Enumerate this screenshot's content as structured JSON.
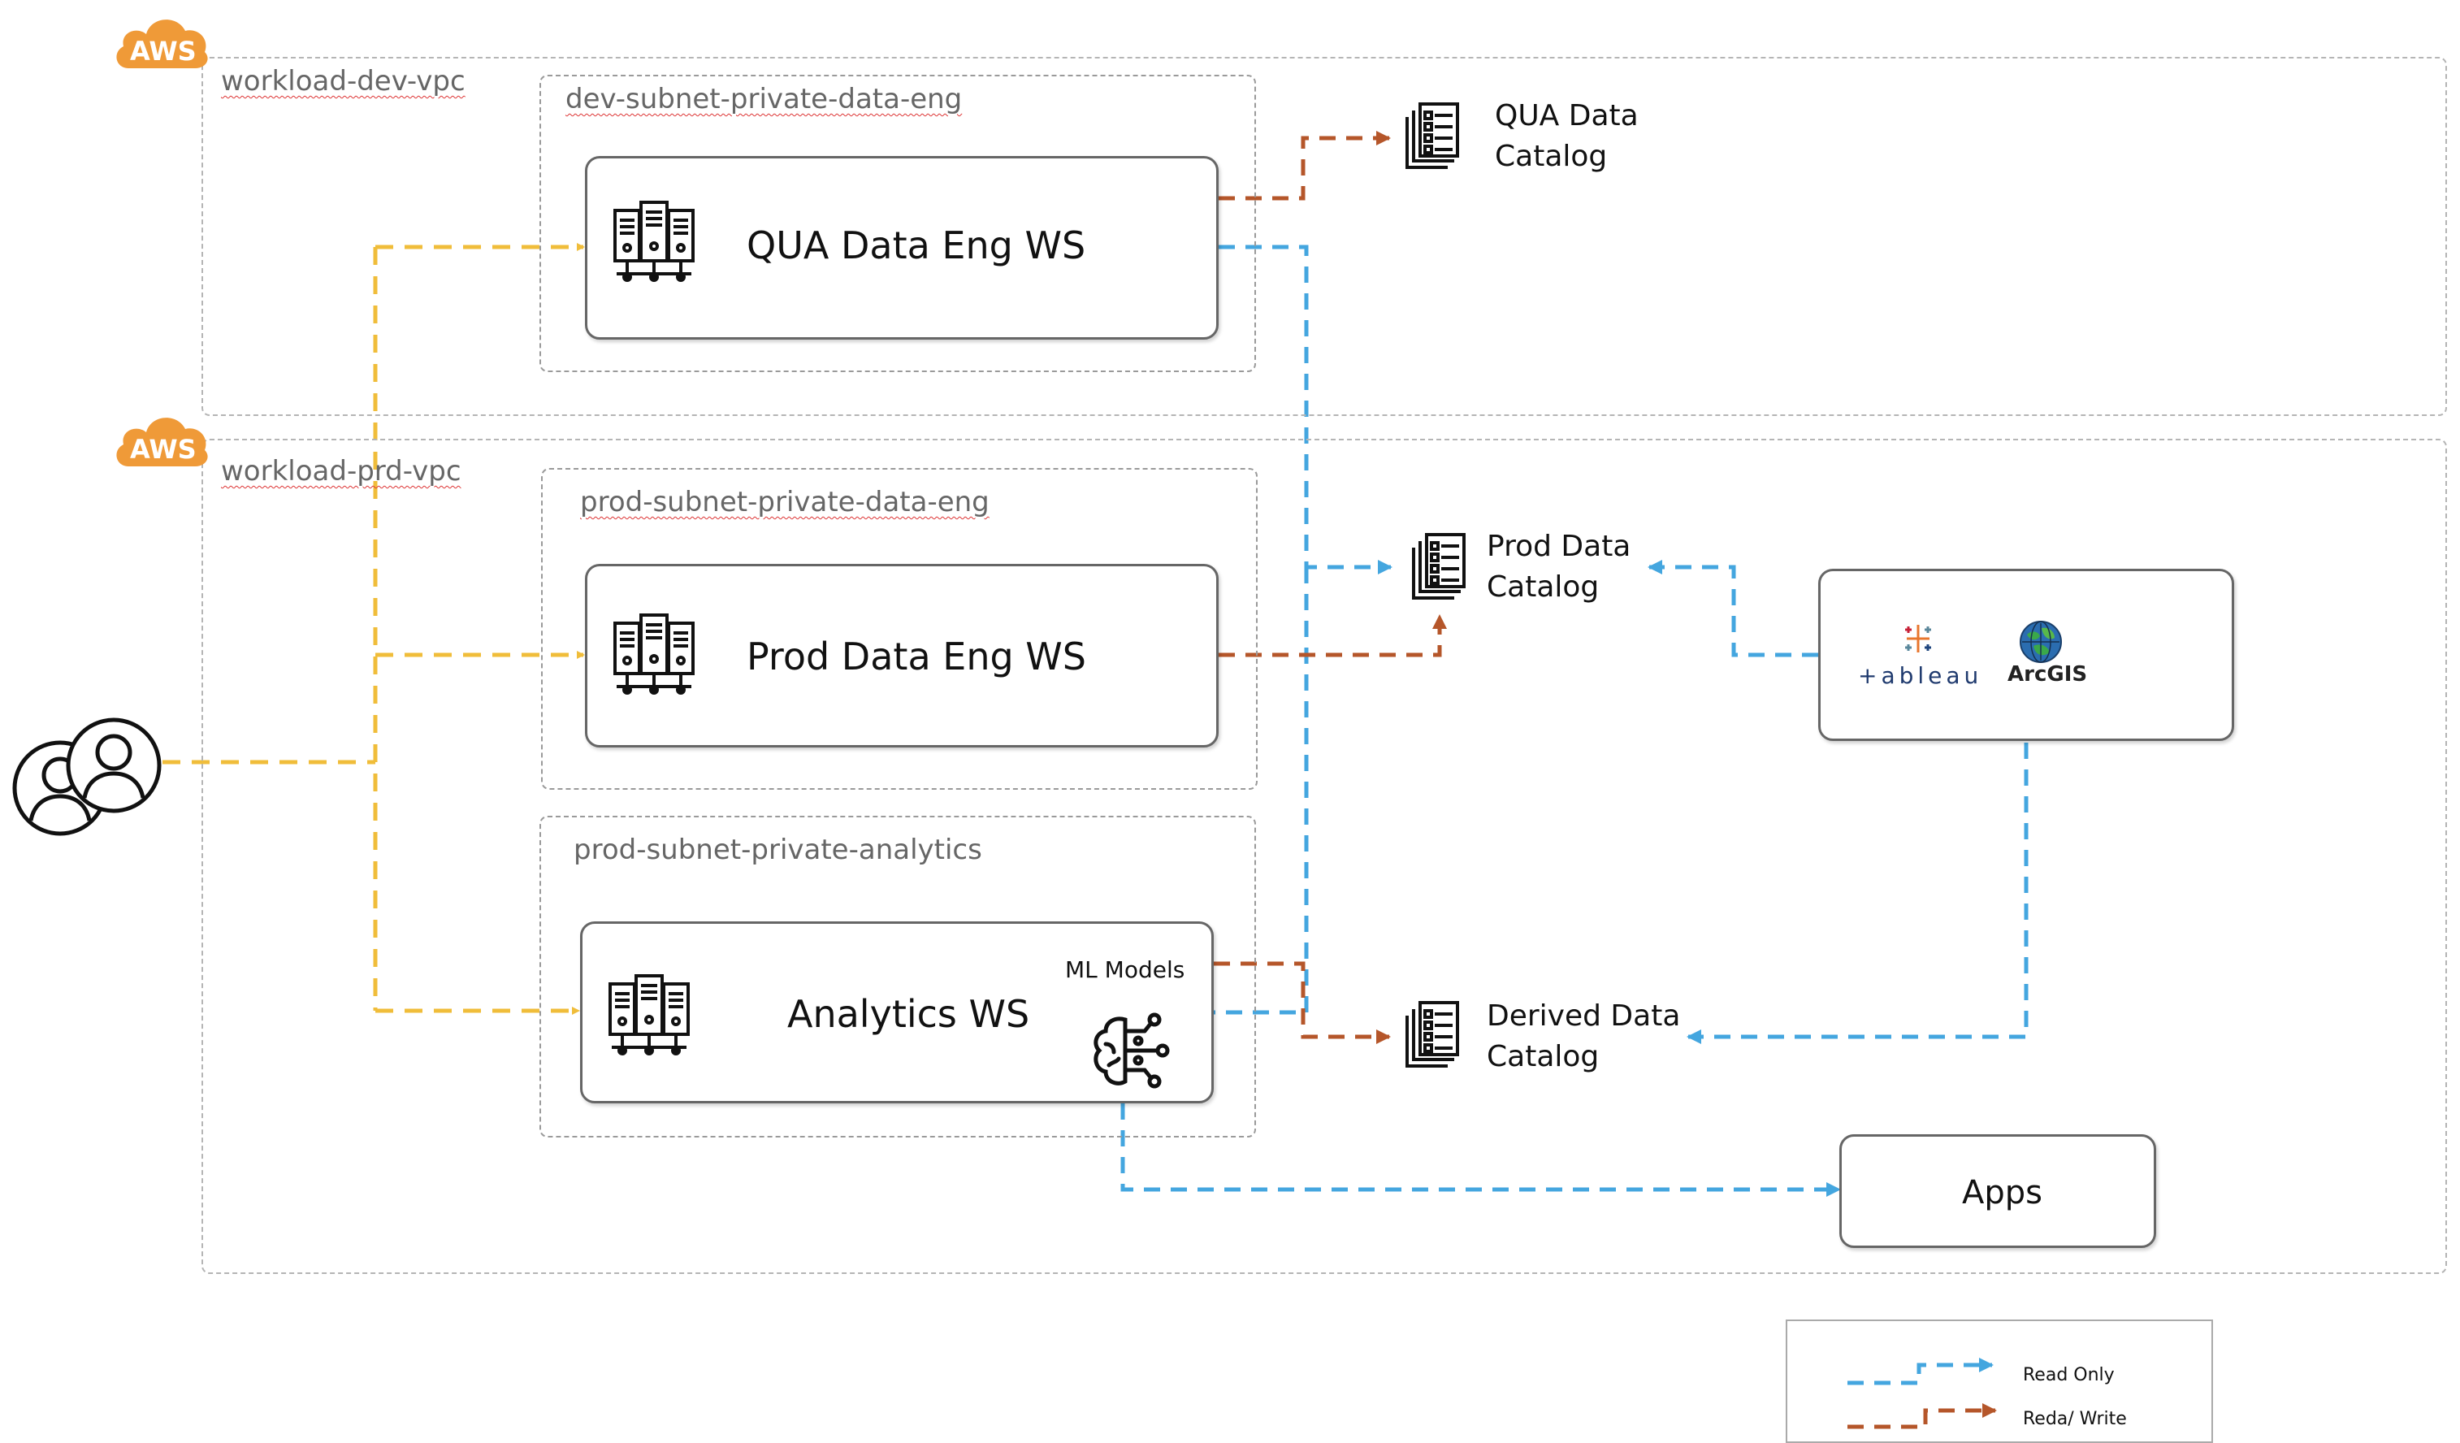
{
  "clouds": [
    {
      "label": "AWS"
    },
    {
      "label": "AWS"
    }
  ],
  "vpcs": {
    "dev": {
      "label": "workload-dev-vpc"
    },
    "prod": {
      "label": "workload-prd-vpc"
    }
  },
  "subnets": {
    "dev_data_eng": {
      "label": "dev-subnet-private-data-eng"
    },
    "prod_data_eng": {
      "label": "prod-subnet-private-data-eng"
    },
    "prod_analytics": {
      "label": "prod-subnet-private-analytics"
    }
  },
  "workspaces": {
    "qua": {
      "title": "QUA Data Eng WS",
      "icon": "server-rack-icon"
    },
    "prod": {
      "title": "Prod Data Eng WS",
      "icon": "server-rack-icon"
    },
    "analytics": {
      "title": "Analytics WS",
      "icon": "server-rack-icon",
      "ml_label": "ML Models",
      "ml_icon": "brain-circuit-icon"
    }
  },
  "catalogs": {
    "qua": {
      "line1": "QUA Data",
      "line2": "Catalog",
      "icon": "catalog-document-icon"
    },
    "prod": {
      "line1": "Prod Data",
      "line2": "Catalog",
      "icon": "catalog-document-icon"
    },
    "derived": {
      "line1": "Derived Data",
      "line2": "Catalog",
      "icon": "catalog-document-icon"
    }
  },
  "bi_tools": {
    "tableau": {
      "label": "+ableau",
      "icon": "tableau-logo-icon"
    },
    "arcgis": {
      "label": "ArcGIS",
      "icon": "arcgis-globe-icon"
    }
  },
  "apps": {
    "label": "Apps"
  },
  "users": {
    "icon": "users-group-icon"
  },
  "legend": {
    "read_only": "Read Only",
    "read_write": "Reda/ Write"
  },
  "colors": {
    "user_access": "#f0bd3a",
    "read_only": "#44a6df",
    "read_write": "#b5562a",
    "aws_orange": "#ef9a38"
  }
}
